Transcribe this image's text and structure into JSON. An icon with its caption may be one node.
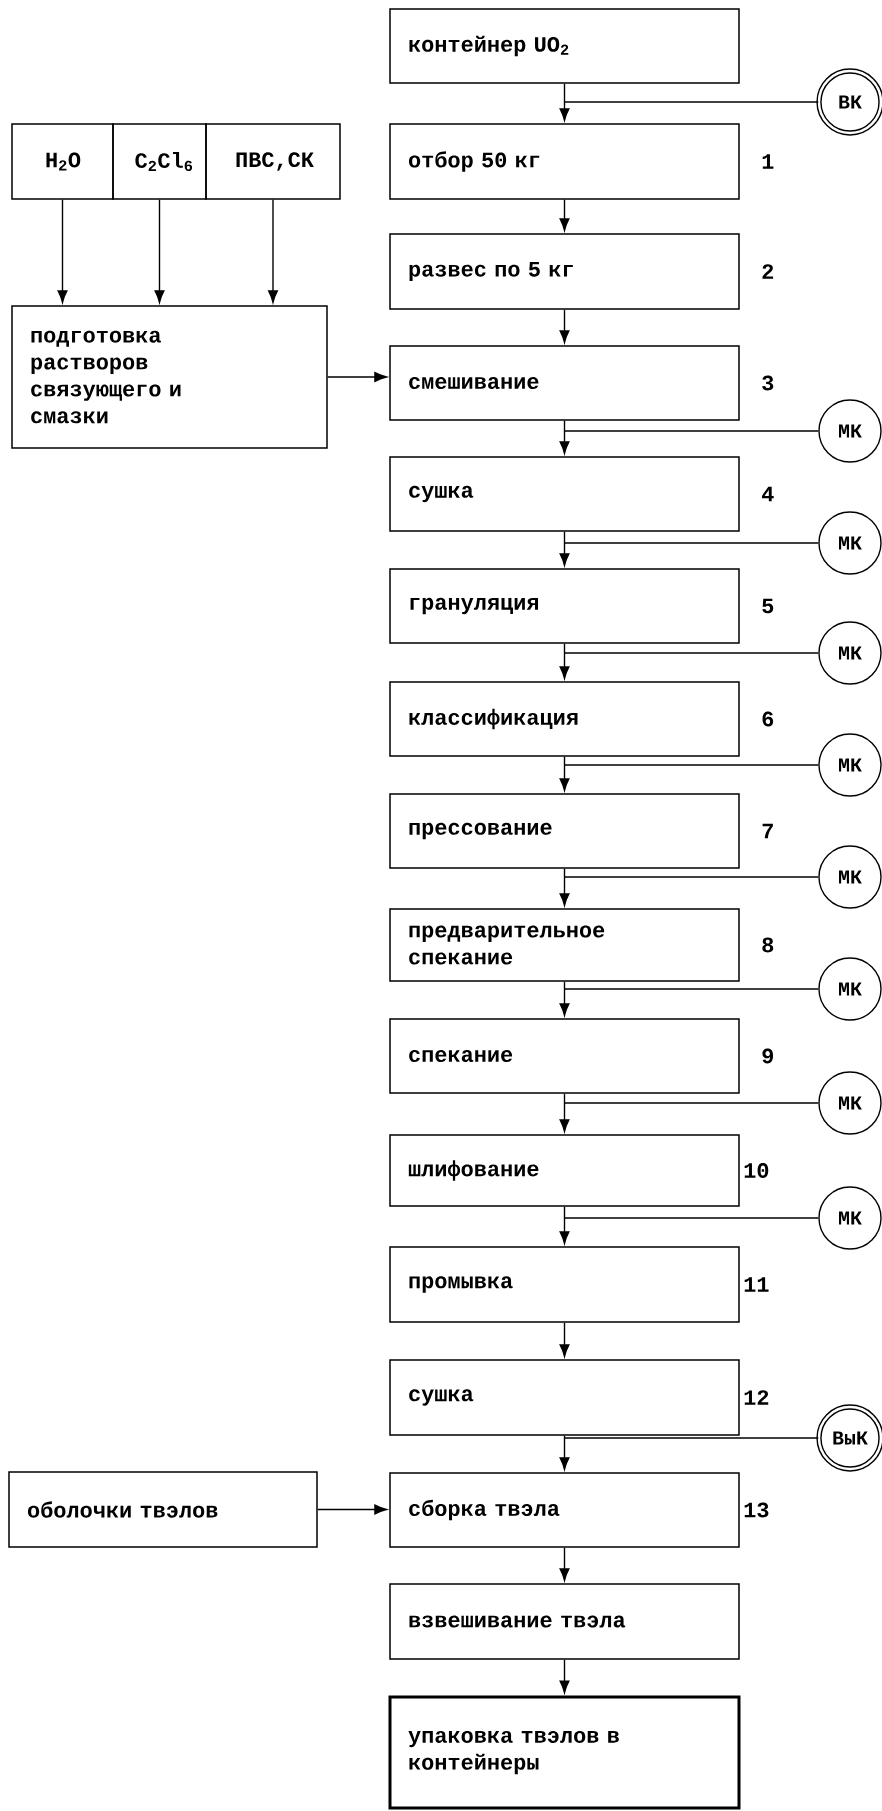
{
  "diagram": {
    "nodes": [
      {
        "text": [
          "контейнер UO$_{2}$"
        ]
      },
      {
        "text": [
          "ВК"
        ]
      },
      {
        "text": [
          "H$_{2}$O"
        ]
      },
      {
        "text": [
          "C$_{2}$Cl$_{6}$"
        ]
      },
      {
        "text": [
          "ПВС,СК"
        ]
      },
      {
        "text": [
          "отбор 50 кг"
        ],
        "beside": [
          "1"
        ]
      },
      {
        "text": [
          "развес по 5 кг"
        ],
        "beside": [
          "2"
        ]
      },
      {
        "text": [
          "подготовка растворов связующего и смазки"
        ]
      },
      {
        "text": [
          "смешивание"
        ],
        "beside": [
          "3"
        ]
      },
      {
        "text": [
          "МК"
        ]
      },
      {
        "text": [
          "сушка"
        ],
        "beside": [
          "4"
        ]
      },
      {
        "text": [
          "МК"
        ]
      },
      {
        "text": [
          "грануляция"
        ],
        "beside": [
          "5"
        ]
      },
      {
        "text": [
          "МК"
        ]
      },
      {
        "text": [
          "классификация"
        ],
        "beside": [
          "6"
        ]
      },
      {
        "text": [
          "МК"
        ]
      },
      {
        "text": [
          "прессование"
        ],
        "beside": [
          "7"
        ]
      },
      {
        "text": [
          "МК"
        ]
      },
      {
        "text": [
          "предварительное спекание"
        ],
        "beside": [
          "8"
        ]
      },
      {
        "text": [
          "МК"
        ]
      },
      {
        "text": [
          "спекание"
        ],
        "beside": [
          "9"
        ]
      },
      {
        "text": [
          "МК"
        ]
      },
      {
        "text": [
          "шлифование"
        ],
        "beside": [
          "10"
        ]
      },
      {
        "text": [
          "МК"
        ]
      },
      {
        "text": [
          "промывка"
        ],
        "beside": [
          "11"
        ]
      },
      {
        "text": [
          "сушка"
        ],
        "beside": [
          "12"
        ]
      },
      {
        "text": [
          "ВыК"
        ]
      },
      {
        "text": [
          "оболочки твэлов"
        ]
      },
      {
        "text": [
          "сборка твэла"
        ],
        "beside": [
          "13"
        ]
      },
      {
        "text": [
          "взвешивание твэла"
        ]
      },
      {
        "text": [
          "упаковка твэлов в контейнеры"
        ]
      }
    ],
    "edges": [
      {
        "from": 0,
        "to": 5,
        "arrow": "to"
      },
      {
        "from": 1,
        "to": 5,
        "arrow": "to"
      },
      {
        "from": 2,
        "to": 7,
        "arrow": "to"
      },
      {
        "from": 3,
        "to": 7,
        "arrow": "to"
      },
      {
        "from": 4,
        "to": 7,
        "arrow": "to"
      },
      {
        "from": 5,
        "to": 6,
        "arrow": "to"
      },
      {
        "from": 6,
        "to": 8,
        "arrow": "to"
      },
      {
        "from": 7,
        "to": 8,
        "arrow": "to"
      },
      {
        "from": 8,
        "to": 10,
        "arrow": "to"
      },
      {
        "from": 9,
        "to": 10,
        "arrow": "to"
      },
      {
        "from": 10,
        "to": 12,
        "arrow": "to"
      },
      {
        "from": 11,
        "to": 12,
        "arrow": "to"
      },
      {
        "from": 12,
        "to": 14,
        "arrow": "to"
      },
      {
        "from": 13,
        "to": 14,
        "arrow": "to"
      },
      {
        "from": 14,
        "to": 16,
        "arrow": "to"
      },
      {
        "from": 15,
        "to": 16,
        "arrow": "to"
      },
      {
        "from": 16,
        "to": 18,
        "arrow": "to"
      },
      {
        "from": 17,
        "to": 18,
        "arrow": "to"
      },
      {
        "from": 18,
        "to": 20,
        "arrow": "to"
      },
      {
        "from": 19,
        "to": 20,
        "arrow": "to"
      },
      {
        "from": 20,
        "to": 22,
        "arrow": "to"
      },
      {
        "from": 21,
        "to": 22,
        "arrow": "to"
      },
      {
        "from": 22,
        "to": 24,
        "arrow": "to"
      },
      {
        "from": 23,
        "to": 24,
        "arrow": "to"
      },
      {
        "from": 24,
        "to": 25,
        "arrow": "to"
      },
      {
        "from": 25,
        "to": 28,
        "arrow": "to"
      },
      {
        "from": 26,
        "to": 28,
        "arrow": "to"
      },
      {
        "from": 27,
        "to": 28,
        "arrow": "to"
      },
      {
        "from": 28,
        "to": 29,
        "arrow": "to"
      },
      {
        "from": 29,
        "to": 30,
        "arrow": "to"
      }
    ]
  }
}
